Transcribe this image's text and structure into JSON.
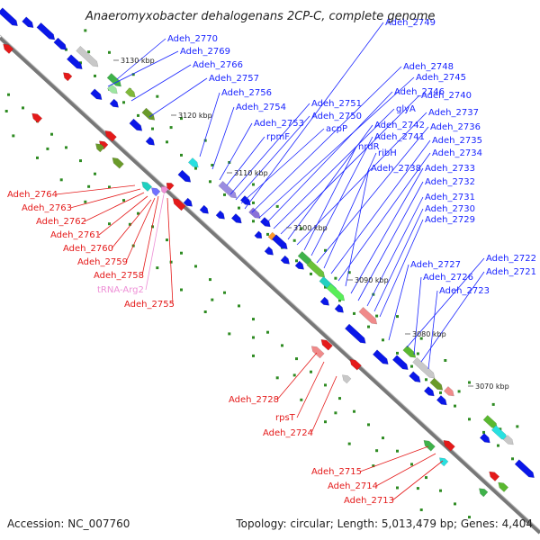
{
  "title": "Anaeromyxobacter dehalogenans 2CP-C, complete genome",
  "footer": {
    "accession": "Accession: NC_007760",
    "topology": "Topology: circular; Length: 5,013,479 bp; Genes: 4,404"
  },
  "colors": {
    "top_strand": "#0a17e8",
    "bottom_strand": "#e41a1a",
    "trna": "#ee8fd6",
    "backbone": "#777777",
    "tick": "#2e8b22"
  },
  "kbp_marks": [
    "3130 kbp",
    "3120 kbp",
    "3110 kbp",
    "3100 kbp",
    "3090 kbp",
    "3080 kbp",
    "3070 kbp"
  ],
  "top_labels": [
    "Adeh_2770",
    "Adeh_2769",
    "Adeh_2766",
    "Adeh_2757",
    "Adeh_2756",
    "Adeh_2754",
    "Adeh_2753",
    "rpmF",
    "Adeh_2751",
    "Adeh_2750",
    "acpP",
    "Adeh_2749",
    "Adeh_2748",
    "Adeh_2745",
    "Adeh_2746",
    "glyA",
    "Adeh_2740",
    "Adeh_2742",
    "Adeh_2737",
    "nrdR",
    "Adeh_2741",
    "Adeh_2736",
    "ribH",
    "Adeh_2735",
    "Adeh_2734",
    "Adeh_2738",
    "Adeh_2733",
    "Adeh_2732",
    "Adeh_2731",
    "Adeh_2730",
    "Adeh_2729",
    "Adeh_2727",
    "Adeh_2722",
    "Adeh_2726",
    "Adeh_2721",
    "Adeh_2723"
  ],
  "bottom_labels": [
    "Adeh_2764",
    "Adeh_2763",
    "Adeh_2762",
    "Adeh_2761",
    "Adeh_2760",
    "Adeh_2759",
    "Adeh_2758",
    "tRNA-Arg2",
    "Adeh_2755",
    "Adeh_2728",
    "rpsT",
    "Adeh_2724",
    "Adeh_2715",
    "Adeh_2714",
    "Adeh_2713"
  ]
}
